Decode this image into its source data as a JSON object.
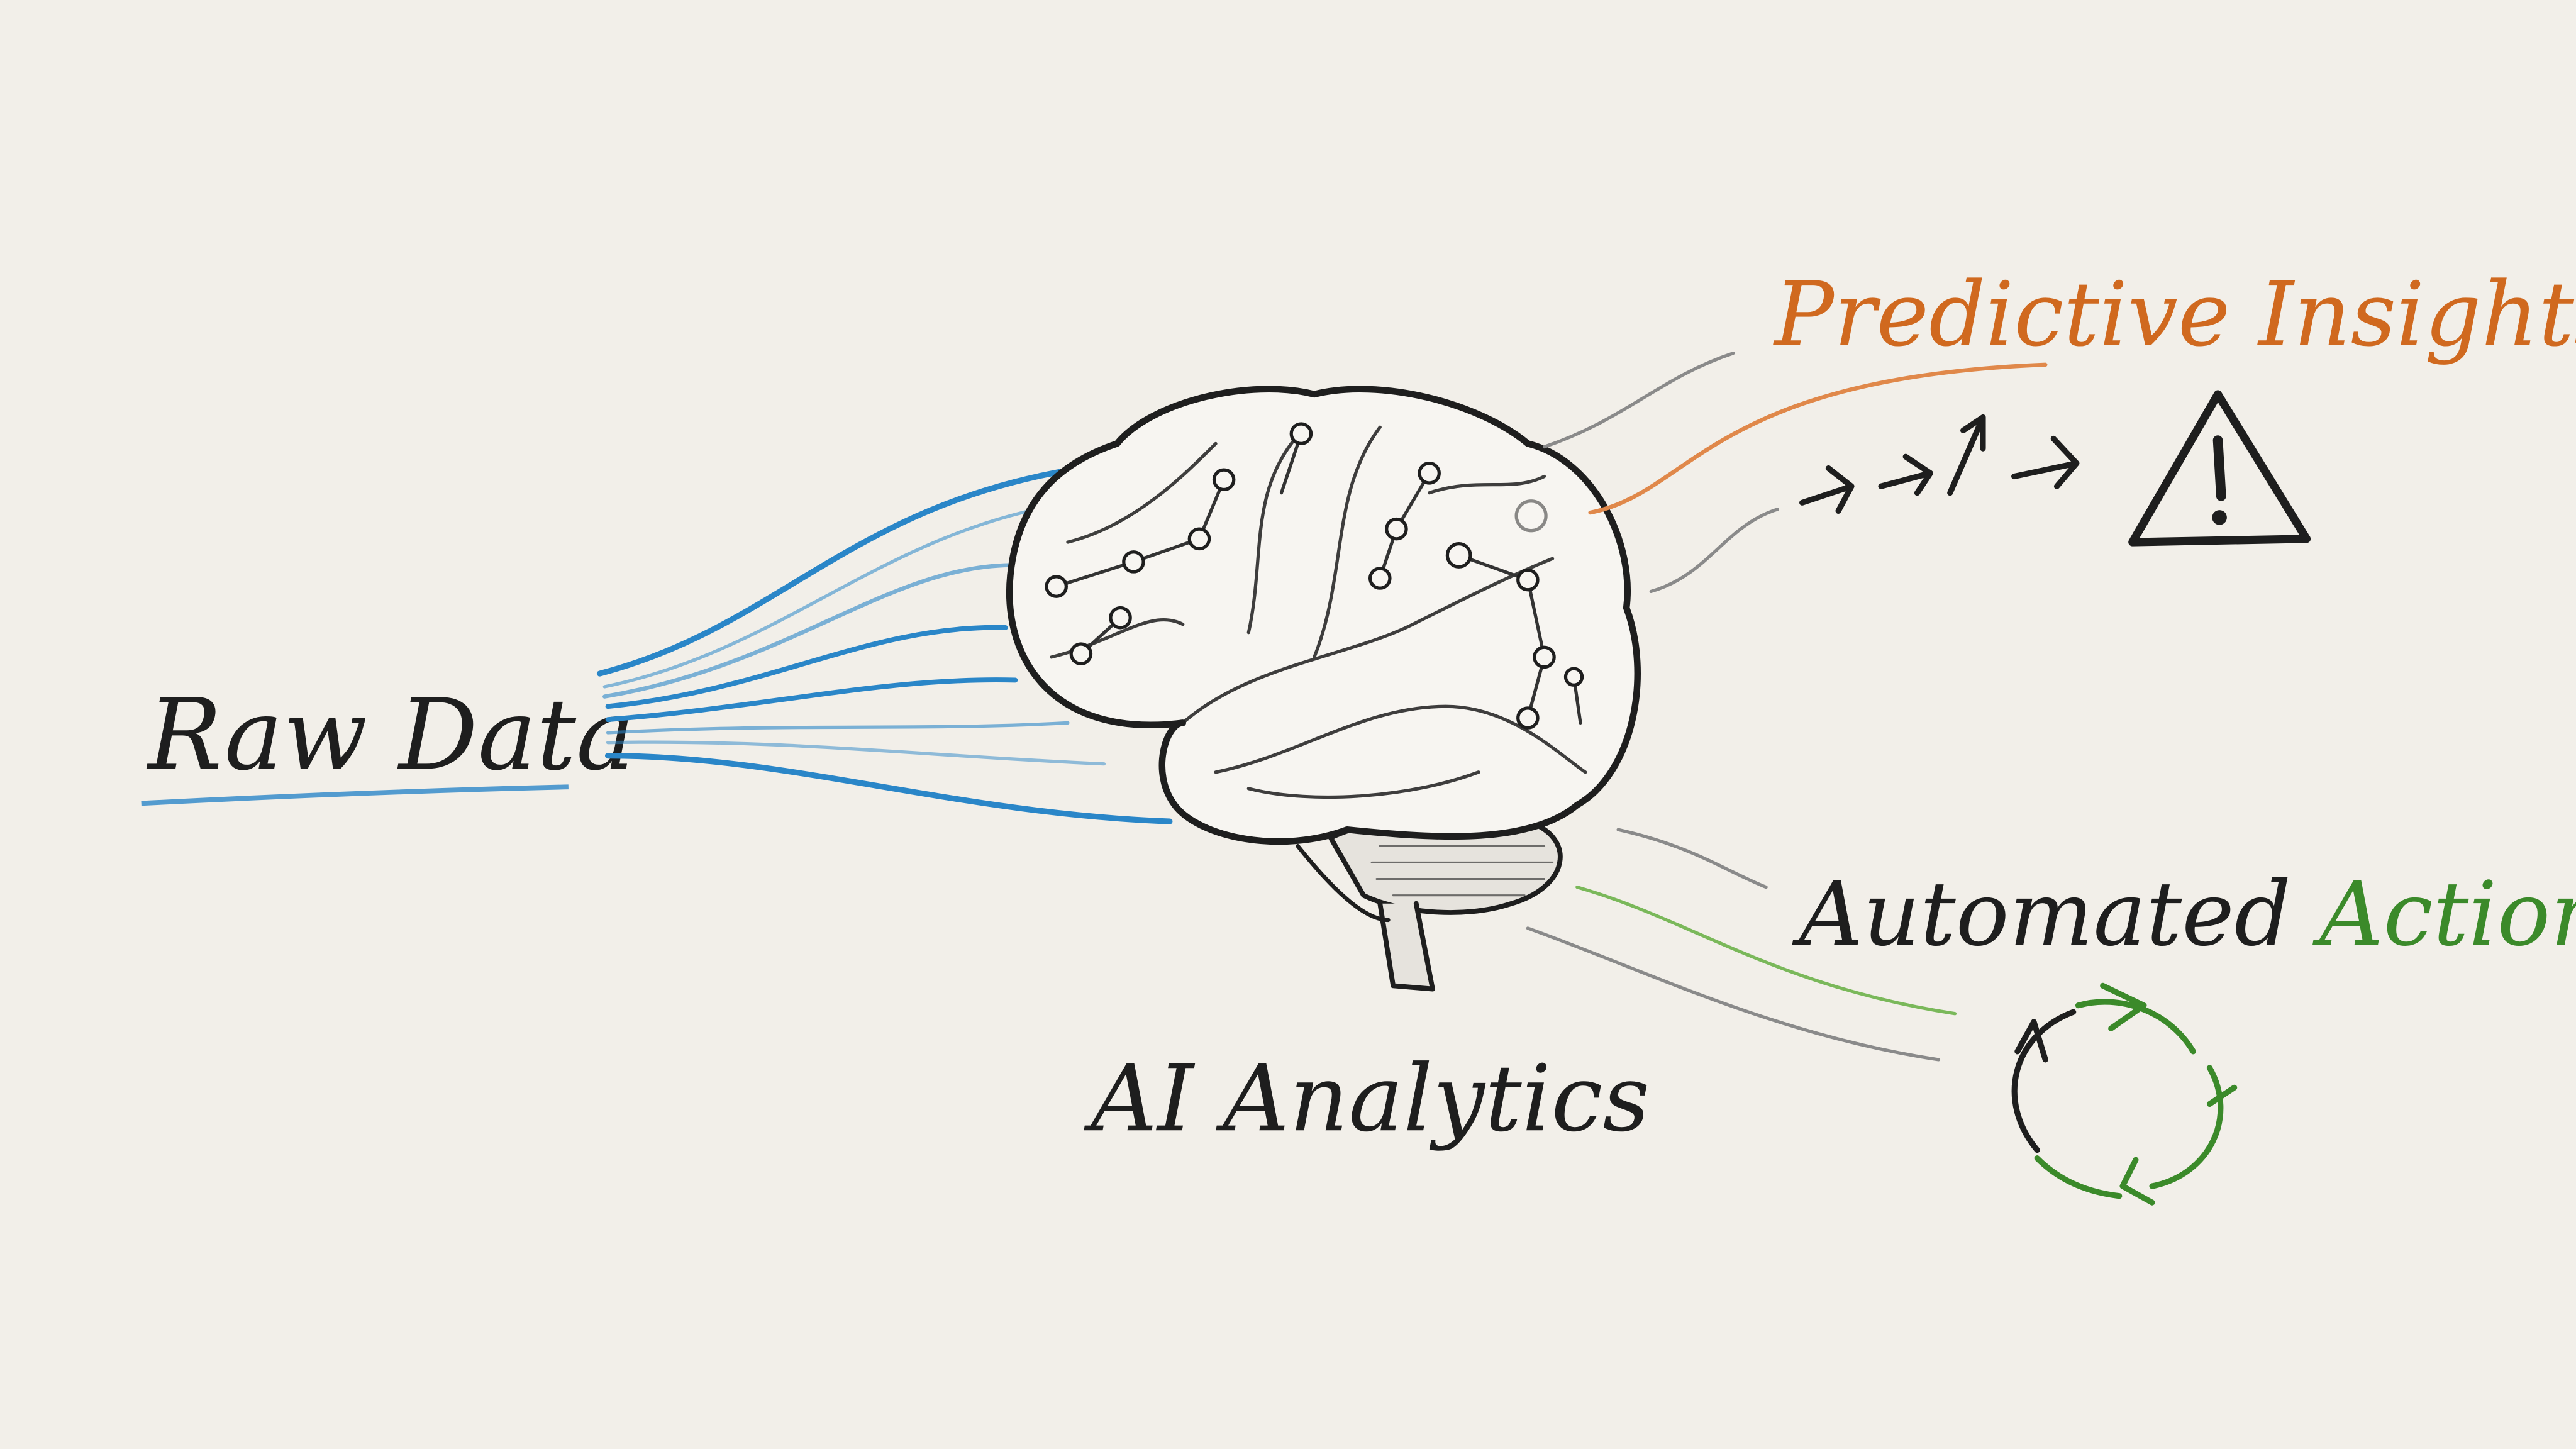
{
  "labels": {
    "input": "Raw Data",
    "core": "AI Analytics",
    "output_top": "Predictive Insights",
    "output_bottom_a": "Automated ",
    "output_bottom_b": "Action"
  },
  "icons": [
    "brain-icon",
    "trend-arrows-icon",
    "warning-triangle-icon",
    "cycle-arrows-icon"
  ],
  "colors": {
    "background": "#f2efe9",
    "ink": "#1e1e1e",
    "raw_data_lines": "#2a86c8",
    "predictive": "#d0691f",
    "action": "#3b8a2a",
    "connector_gray": "#8a8a8a"
  }
}
